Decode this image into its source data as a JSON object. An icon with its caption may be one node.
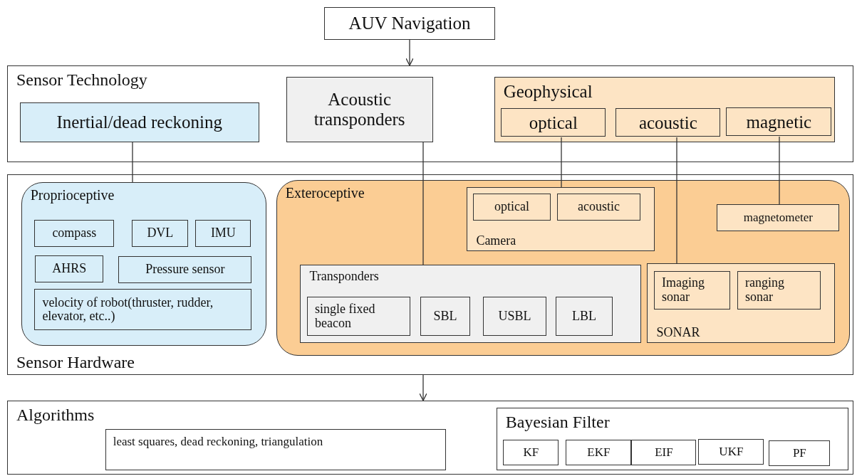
{
  "diagram": {
    "nodes": [
      {
        "text": [
          "AUV Navigation"
        ]
      },
      {
        "text": [
          "Sensor Technology"
        ]
      },
      {
        "text": [
          "Inertial/dead reckoning"
        ],
        "in": 1
      },
      {
        "text": [
          "Acoustic transponders"
        ],
        "in": 1
      },
      {
        "text": [
          "Geophysical"
        ],
        "in": 1
      },
      {
        "text": [
          "optical"
        ],
        "in": 4
      },
      {
        "text": [
          "acoustic"
        ],
        "in": 4
      },
      {
        "text": [
          "magnetic"
        ],
        "in": 4
      },
      {
        "text": [
          "Sensor Hardware"
        ]
      },
      {
        "text": [
          "Proprioceptive"
        ],
        "in": 8
      },
      {
        "text": [
          "compass"
        ],
        "in": 9
      },
      {
        "text": [
          "DVL"
        ],
        "in": 9
      },
      {
        "text": [
          "IMU"
        ],
        "in": 9
      },
      {
        "text": [
          "AHRS"
        ],
        "in": 9
      },
      {
        "text": [
          "Pressure sensor"
        ],
        "in": 9
      },
      {
        "text": [
          "velocity of robot(thruster, rudder, elevator, etc..)"
        ],
        "in": 9
      },
      {
        "text": [
          "Exteroceptive"
        ],
        "in": 8
      },
      {
        "text": [
          "Camera"
        ],
        "in": 16
      },
      {
        "text": [
          "optical"
        ],
        "in": 17
      },
      {
        "text": [
          "acoustic"
        ],
        "in": 17
      },
      {
        "text": [
          "magnetometer"
        ],
        "in": 16
      },
      {
        "text": [
          "Transponders"
        ],
        "in": 16
      },
      {
        "text": [
          "single fixed beacon"
        ],
        "in": 21
      },
      {
        "text": [
          "SBL"
        ],
        "in": 21
      },
      {
        "text": [
          "USBL"
        ],
        "in": 21
      },
      {
        "text": [
          "LBL"
        ],
        "in": 21
      },
      {
        "text": [
          "SONAR"
        ],
        "in": 16
      },
      {
        "text": [
          "Imaging sonar"
        ],
        "in": 26
      },
      {
        "text": [
          "ranging sonar"
        ],
        "in": 26
      },
      {
        "text": [
          "Algorithms"
        ]
      },
      {
        "text": [
          "least squares, dead reckoning, triangulation"
        ],
        "in": 29
      },
      {
        "text": [
          "Bayesian Filter"
        ],
        "in": 29
      },
      {
        "text": [
          "KF"
        ],
        "in": 31
      },
      {
        "text": [
          "EKF"
        ],
        "in": 31
      },
      {
        "text": [
          "EIF"
        ],
        "in": 31
      },
      {
        "text": [
          "UKF"
        ],
        "in": 31
      },
      {
        "text": [
          "PF"
        ],
        "in": 31
      }
    ],
    "edges": [
      {
        "from": 0,
        "to": 1,
        "arrow": "to"
      },
      {
        "from": 2,
        "to": 9,
        "arrow": "none"
      },
      {
        "from": 3,
        "to": 21,
        "arrow": "none"
      },
      {
        "from": 5,
        "to": 17,
        "arrow": "none"
      },
      {
        "from": 6,
        "to": 26,
        "arrow": "none"
      },
      {
        "from": 7,
        "to": 20,
        "arrow": "none"
      },
      {
        "from": 8,
        "to": 29,
        "arrow": "to"
      }
    ]
  }
}
